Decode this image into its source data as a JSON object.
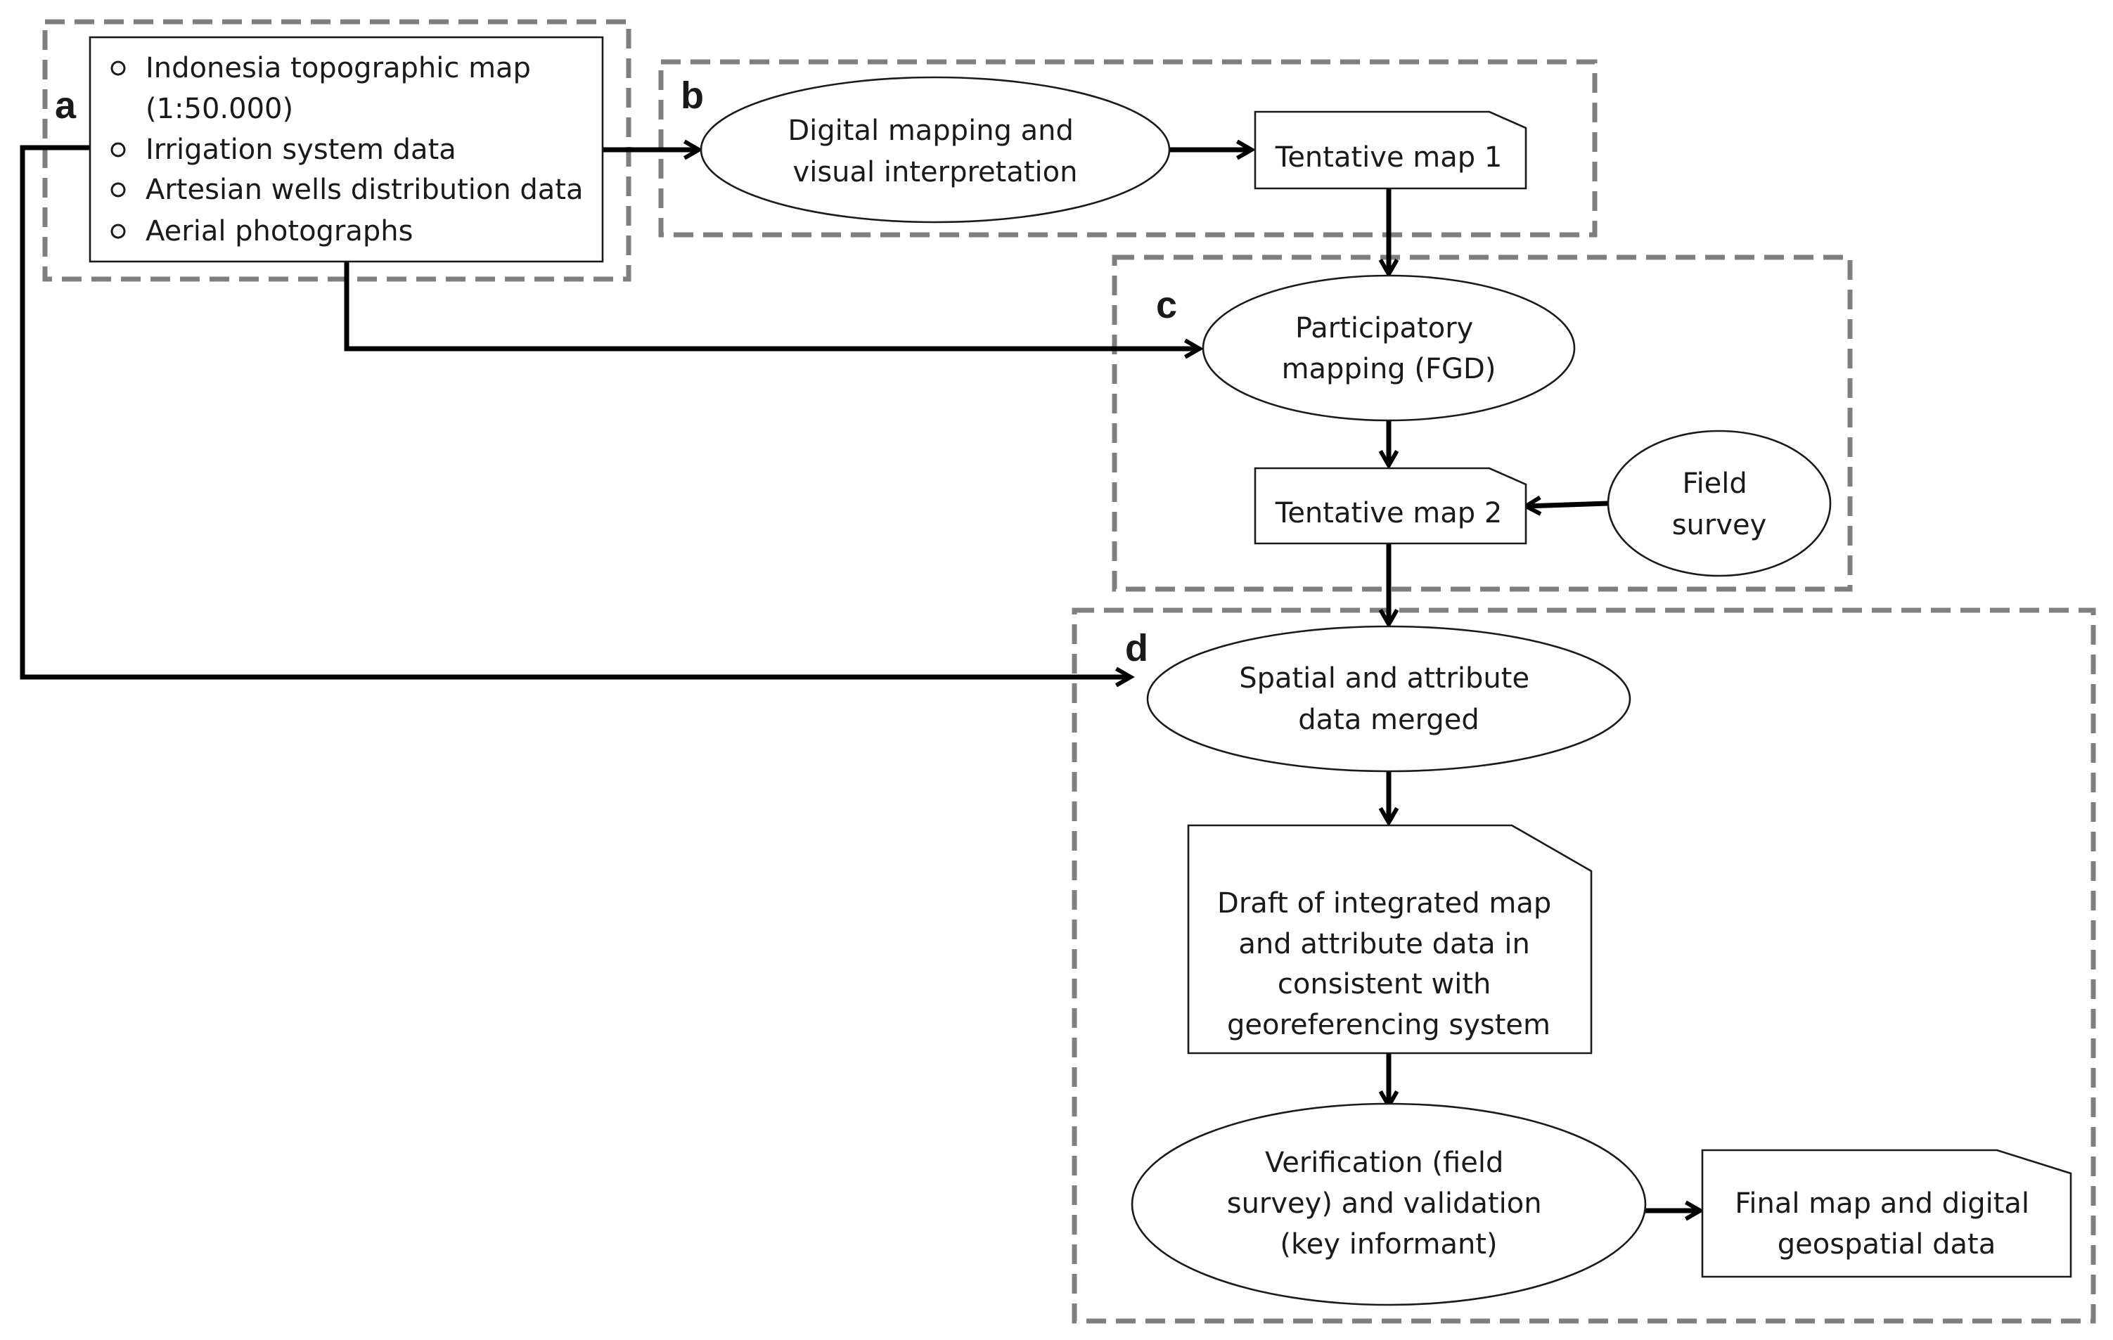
{
  "sections": {
    "a": "a",
    "b": "b",
    "c": "c",
    "d": "d"
  },
  "inputs": {
    "items": [
      [
        "Indonesia topographic map",
        "(1:50.000)"
      ],
      [
        "Irrigation system data"
      ],
      [
        "Artesian wells distribution data"
      ],
      [
        "Aerial photographs"
      ]
    ]
  },
  "nodes": {
    "digital_mapping": [
      "Digital mapping and",
      "visual interpretation"
    ],
    "tentative_map_1": [
      "Tentative map 1"
    ],
    "participatory_mapping": [
      "Participatory",
      "mapping (FGD)"
    ],
    "tentative_map_2": [
      "Tentative map 2"
    ],
    "field_survey": [
      "Field",
      "survey"
    ],
    "spatial_merge": [
      "Spatial and attribute",
      "data merged"
    ],
    "draft_map": [
      "Draft of integrated map",
      "and attribute data in",
      "consistent with",
      "georeferencing system"
    ],
    "verification": [
      "Verification (field",
      "survey) and validation",
      "(key informant)"
    ],
    "final_map": [
      "Final map and digital",
      "geospatial data"
    ]
  }
}
